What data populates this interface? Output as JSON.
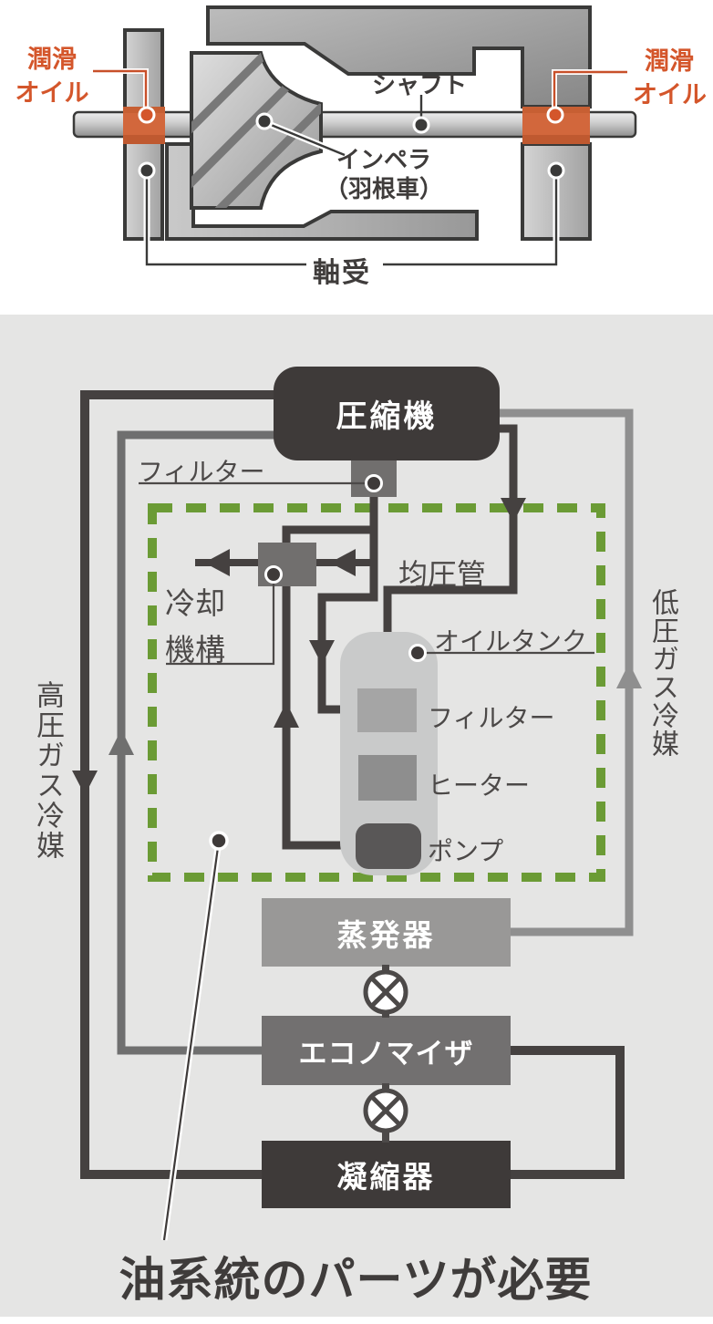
{
  "colors": {
    "accent_orange": "#d4562b",
    "bearing_band_orange": "#d2673c",
    "dashed_green": "#6b9b35",
    "dark_box": "#3e3a39",
    "pipe_dark": "#454140",
    "pipe_gray": "#6f6f6f",
    "pipe_light_gray": "#8f8f8f",
    "panel_background": "#e5e5e4"
  },
  "top_diagram": {
    "lube_oil_left": {
      "line1": "潤滑",
      "line2": "オイル"
    },
    "lube_oil_right": {
      "line1": "潤滑",
      "line2": "オイル"
    },
    "shaft_label": "シャフト",
    "impeller_label": {
      "line1": "インペラ",
      "line2": "（羽根車）"
    },
    "bearing_label": "軸受"
  },
  "flow_diagram": {
    "compressor": "圧縮機",
    "filter_label": "フィルター",
    "cooling_label": {
      "line1": "冷却",
      "line2": "機構"
    },
    "equalizing_pipe_label": "均圧管",
    "oil_tank_label": "オイルタンク",
    "tank_filter_label": "フィルター",
    "heater_label": "ヒーター",
    "pump_label": "ポンプ",
    "evaporator": "蒸発器",
    "economizer": "エコノマイザ",
    "condenser": "凝縮器",
    "high_pressure_label": "高圧ガス冷媒",
    "low_pressure_label": "低圧ガス冷媒",
    "caption": "油系統のパーツが必要"
  }
}
